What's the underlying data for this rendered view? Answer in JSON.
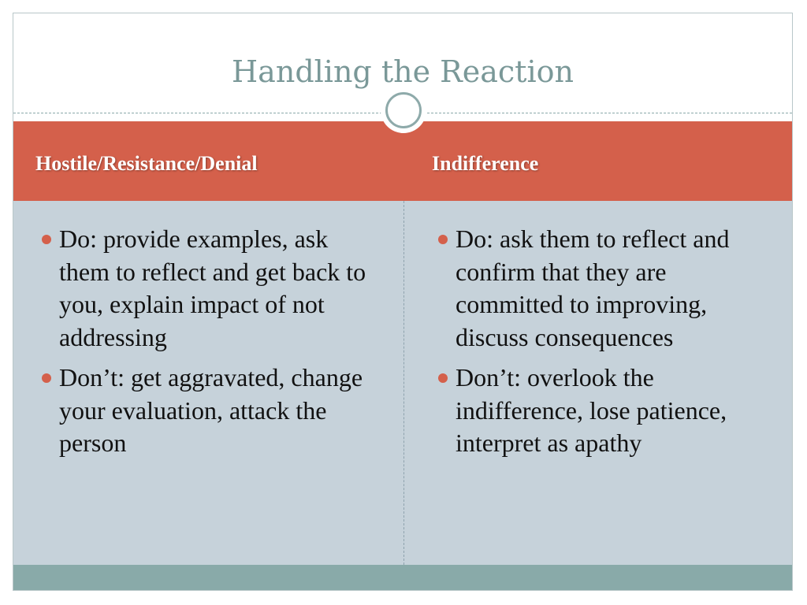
{
  "slide": {
    "title": "Handling the Reaction",
    "columns": [
      {
        "heading": "Hostile/Resistance/Denial",
        "bullets": [
          "Do: provide examples, ask them to reflect and get back to you, explain impact of not addressing",
          "Don’t: get aggravated, change your evaluation, attack the person"
        ]
      },
      {
        "heading": "Indifference",
        "bullets": [
          "Do: ask them to reflect and confirm that they are committed to improving, discuss consequences",
          "Don’t: overlook the indifference, lose patience, interpret as apathy"
        ]
      }
    ]
  },
  "colors": {
    "title": "#7a9898",
    "header_band": "#d4604b",
    "body_area": "#c6d2da",
    "footer_band": "#89aaa9",
    "bullet": "#d4604b"
  }
}
